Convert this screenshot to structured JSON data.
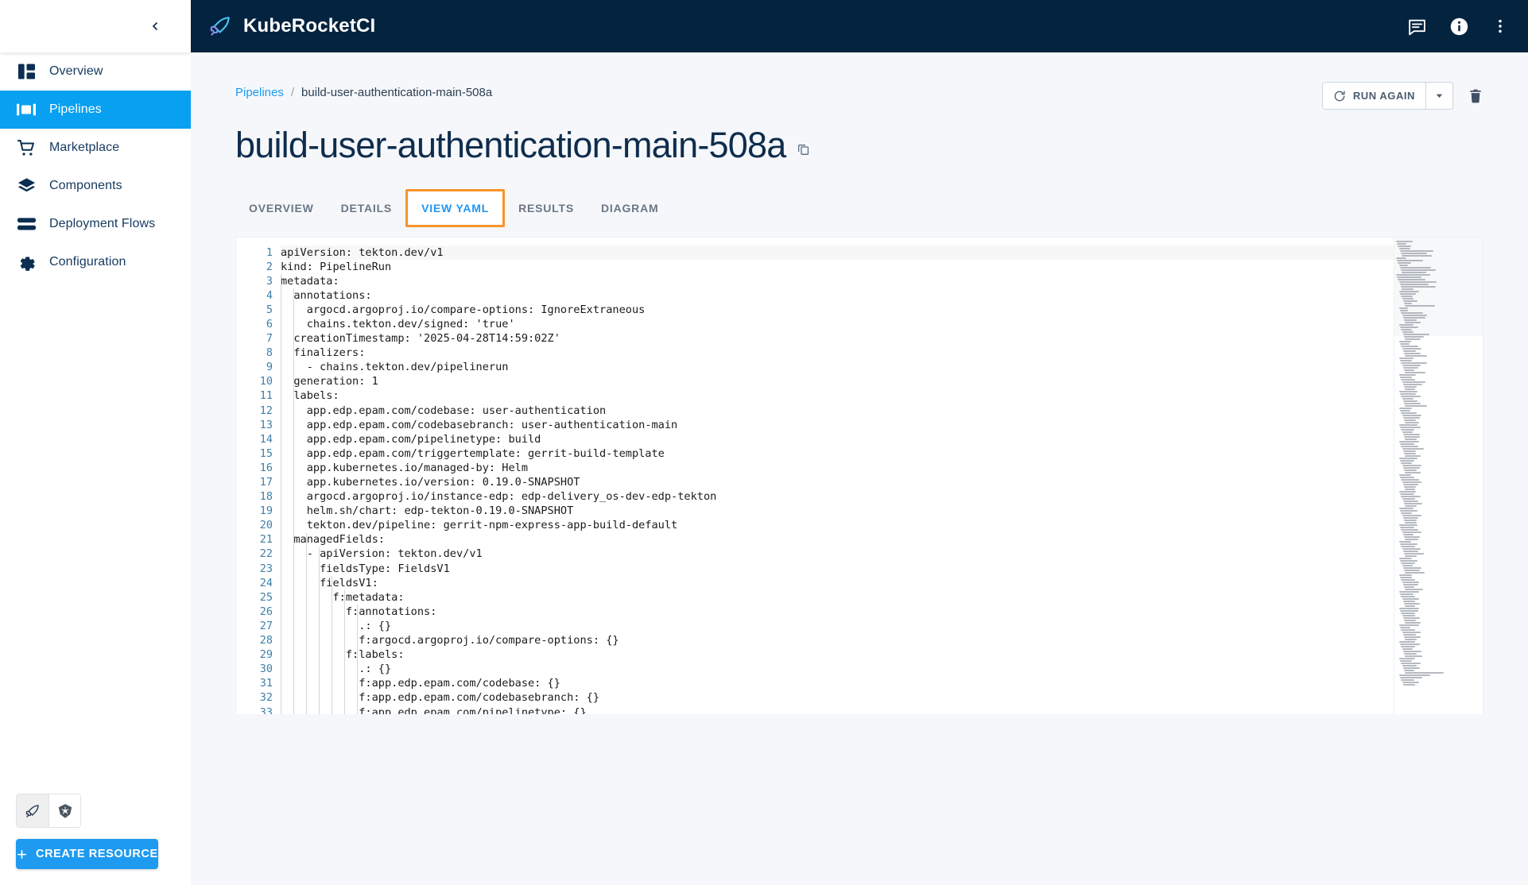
{
  "sidebar": {
    "collapse_icon": "chevron-left-icon",
    "items": [
      {
        "label": "Overview",
        "icon": "dashboard-icon",
        "active": false
      },
      {
        "label": "Pipelines",
        "icon": "pipelines-icon",
        "active": true
      },
      {
        "label": "Marketplace",
        "icon": "cart-icon",
        "active": false
      },
      {
        "label": "Components",
        "icon": "layers-icon",
        "active": false
      },
      {
        "label": "Deployment Flows",
        "icon": "stack-icon",
        "active": false
      },
      {
        "label": "Configuration",
        "icon": "gear-icon",
        "active": false
      }
    ],
    "cluster_toggle": [
      {
        "icon": "rocket-icon",
        "selected": true
      },
      {
        "icon": "kubernetes-icon",
        "selected": false
      }
    ],
    "create_resource_label": "CREATE RESOURCE",
    "create_resource_icon": "plus-icon"
  },
  "topbar": {
    "logo_icon": "rocket-icon",
    "title": "KubeRocketCI",
    "actions": [
      {
        "icon": "chat-icon",
        "name": "documentation-chat"
      },
      {
        "icon": "info-icon",
        "name": "info"
      },
      {
        "icon": "kebab-menu-icon",
        "name": "more-menu"
      }
    ]
  },
  "breadcrumb": {
    "root": "Pipelines",
    "separator": "/",
    "current": "build-user-authentication-main-508a"
  },
  "header": {
    "title": "build-user-authentication-main-508a",
    "copy_icon": "copy-icon",
    "run_again_label": "RUN AGAIN",
    "run_again_icon": "refresh-icon",
    "run_again_caret_icon": "chevron-down-icon",
    "delete_icon": "trash-icon"
  },
  "tabs": [
    {
      "label": "OVERVIEW",
      "active": false
    },
    {
      "label": "DETAILS",
      "active": false
    },
    {
      "label": "VIEW YAML",
      "active": true
    },
    {
      "label": "RESULTS",
      "active": false
    },
    {
      "label": "DIAGRAM",
      "active": false
    }
  ],
  "colors": {
    "accent": "#1e9bf0",
    "topbar_bg": "#04233f",
    "active_tab_outline": "#f5942b",
    "active_tab_text": "#2196f3",
    "page_bg": "#f5f7fb",
    "title_text": "#0f2d4c",
    "gutter_text": "#3f7fa8"
  },
  "editor": {
    "language": "yaml",
    "first_line": 1,
    "visible_lines": 33,
    "lines": [
      "apiVersion: tekton.dev/v1",
      "kind: PipelineRun",
      "metadata:",
      "  annotations:",
      "    argocd.argoproj.io/compare-options: IgnoreExtraneous",
      "    chains.tekton.dev/signed: 'true'",
      "  creationTimestamp: '2025-04-28T14:59:02Z'",
      "  finalizers:",
      "    - chains.tekton.dev/pipelinerun",
      "  generation: 1",
      "  labels:",
      "    app.edp.epam.com/codebase: user-authentication",
      "    app.edp.epam.com/codebasebranch: user-authentication-main",
      "    app.edp.epam.com/pipelinetype: build",
      "    app.edp.epam.com/triggertemplate: gerrit-build-template",
      "    app.kubernetes.io/managed-by: Helm",
      "    app.kubernetes.io/version: 0.19.0-SNAPSHOT",
      "    argocd.argoproj.io/instance-edp: edp-delivery_os-dev-edp-tekton",
      "    helm.sh/chart: edp-tekton-0.19.0-SNAPSHOT",
      "    tekton.dev/pipeline: gerrit-npm-express-app-build-default",
      "  managedFields:",
      "    - apiVersion: tekton.dev/v1",
      "      fieldsType: FieldsV1",
      "      fieldsV1:",
      "        f:metadata:",
      "          f:annotations:",
      "            .: {}",
      "            f:argocd.argoproj.io/compare-options: {}",
      "          f:labels:",
      "            .: {}",
      "            f:app.edp.epam.com/codebase: {}",
      "            f:app.edp.epam.com/codebasebranch: {}",
      "            f:app.edp.epam.com/pipelinetype: {}"
    ],
    "minimap_density": [
      26,
      14,
      20,
      18,
      52,
      40,
      46,
      16,
      40,
      20,
      14,
      48,
      54,
      38,
      52,
      38,
      42,
      58,
      44,
      54,
      18,
      30,
      24,
      18,
      18,
      22,
      12,
      46,
      14,
      12,
      34,
      38,
      34,
      20,
      24,
      22,
      28,
      16,
      18,
      40,
      30,
      24,
      18,
      14,
      26,
      30,
      20,
      26,
      34,
      22,
      18,
      40,
      28,
      24,
      16,
      32,
      26,
      18,
      22,
      36,
      30,
      20,
      16,
      28,
      24,
      30,
      18,
      22,
      26,
      34,
      20,
      16,
      24,
      30,
      26,
      18,
      22,
      28,
      32,
      20,
      16,
      26,
      24,
      18,
      30,
      22,
      26,
      34,
      20,
      18,
      24,
      28,
      22,
      16,
      30,
      26,
      20,
      24,
      18,
      22,
      28,
      30,
      24,
      18,
      16,
      26,
      22,
      30,
      20,
      24,
      28,
      18,
      22,
      26,
      16,
      30,
      24,
      20,
      18,
      28,
      22,
      26,
      30,
      16,
      24,
      20,
      18,
      26,
      22,
      28,
      24,
      30,
      18,
      20,
      26,
      22,
      16,
      28,
      24,
      30,
      20,
      18,
      22,
      26,
      24,
      16,
      28,
      30,
      20,
      22,
      26,
      18,
      24,
      16,
      30,
      28,
      22,
      20,
      26,
      18,
      24,
      30,
      16,
      22,
      28,
      20,
      26,
      18,
      24,
      30,
      22,
      16,
      28,
      20,
      26,
      24,
      18,
      30,
      22,
      26,
      16,
      60,
      48,
      34,
      20,
      26,
      18
    ]
  }
}
